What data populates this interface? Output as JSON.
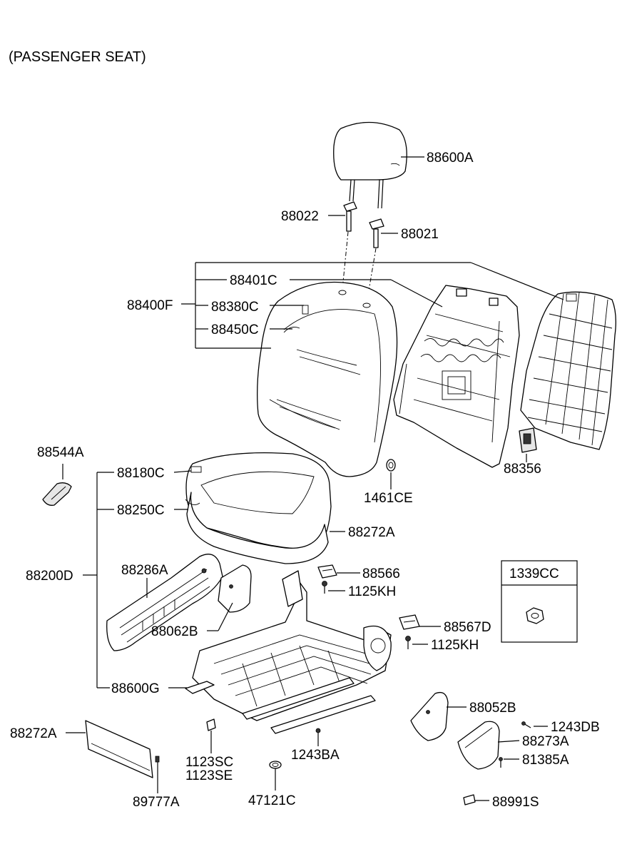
{
  "title": "(PASSENGER SEAT)",
  "labels": {
    "88600A": "88600A",
    "88022": "88022",
    "88021": "88021",
    "88401C": "88401C",
    "88400F": "88400F",
    "88380C": "88380C",
    "88450C": "88450C",
    "88544A": "88544A",
    "88180C": "88180C",
    "88250C": "88250C",
    "88272A_top": "88272A",
    "1461CE": "1461CE",
    "88356": "88356",
    "88200D": "88200D",
    "88286A": "88286A",
    "88062B": "88062B",
    "88566": "88566",
    "1125KH_1": "1125KH",
    "88567D": "88567D",
    "1125KH_2": "1125KH",
    "1339CC": "1339CC",
    "88600G": "88600G",
    "88052B": "88052B",
    "1243DB": "1243DB",
    "88273A": "88273A",
    "81385A": "81385A",
    "88272A_bottom": "88272A",
    "1123SC": "1123SC",
    "1123SE": "1123SE",
    "1243BA": "1243BA",
    "47121C": "47121C",
    "89777A": "89777A",
    "88991S": "88991S"
  }
}
